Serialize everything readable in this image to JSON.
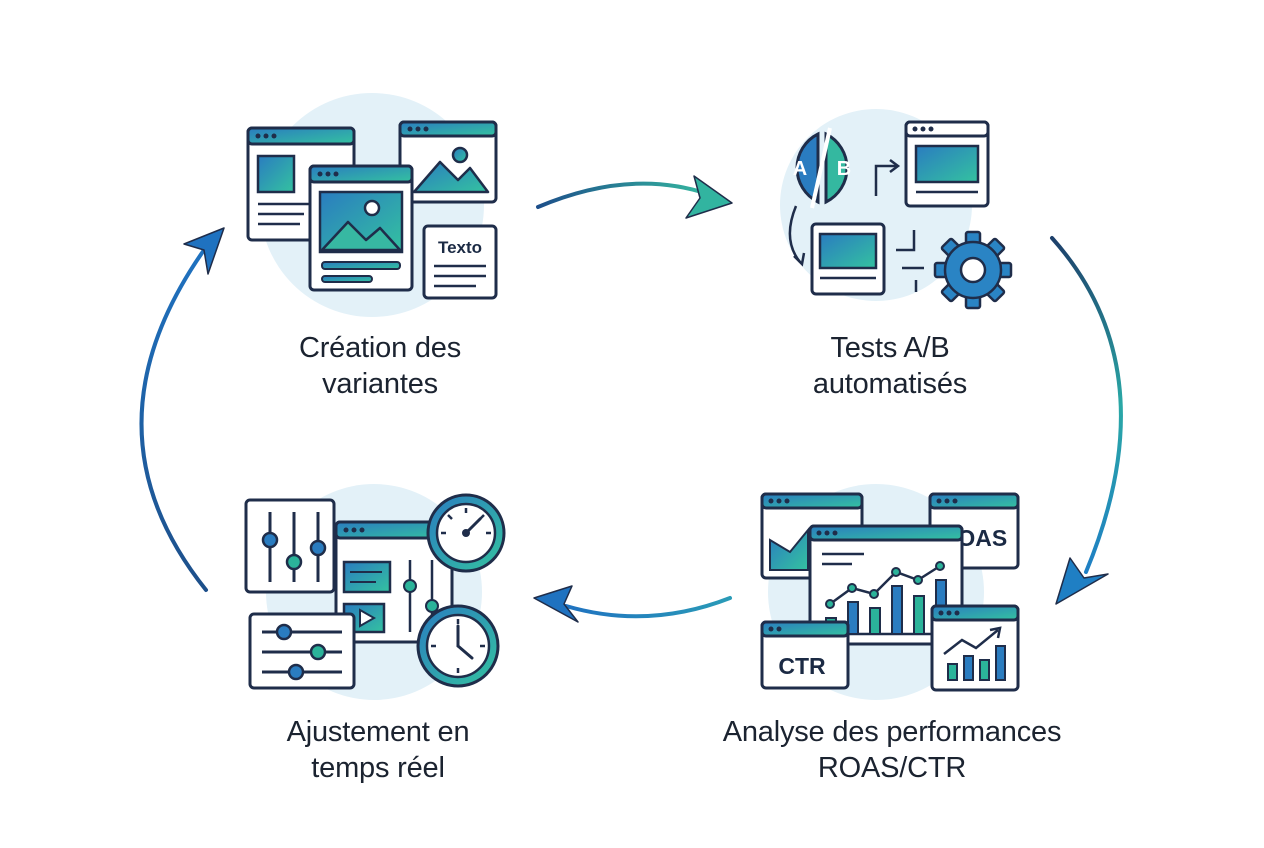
{
  "steps": [
    {
      "line1": "Création des",
      "line2": "variantes"
    },
    {
      "line1": "Tests A/B",
      "line2": "automatisés"
    },
    {
      "line1": "Analyse des performances",
      "line2": "ROAS/CTR"
    },
    {
      "line1": "Ajustement en",
      "line2": "temps réel"
    }
  ],
  "icon_text": {
    "texto": "Texto",
    "a": "A",
    "b": "B",
    "roas": "ROAS",
    "ctr": "CTR"
  },
  "colors": {
    "outline": "#1f2d4a",
    "blue": "#1f6fb0",
    "teal": "#2bb39a",
    "halo": "#e3f1f8",
    "text": "#1b2330"
  }
}
